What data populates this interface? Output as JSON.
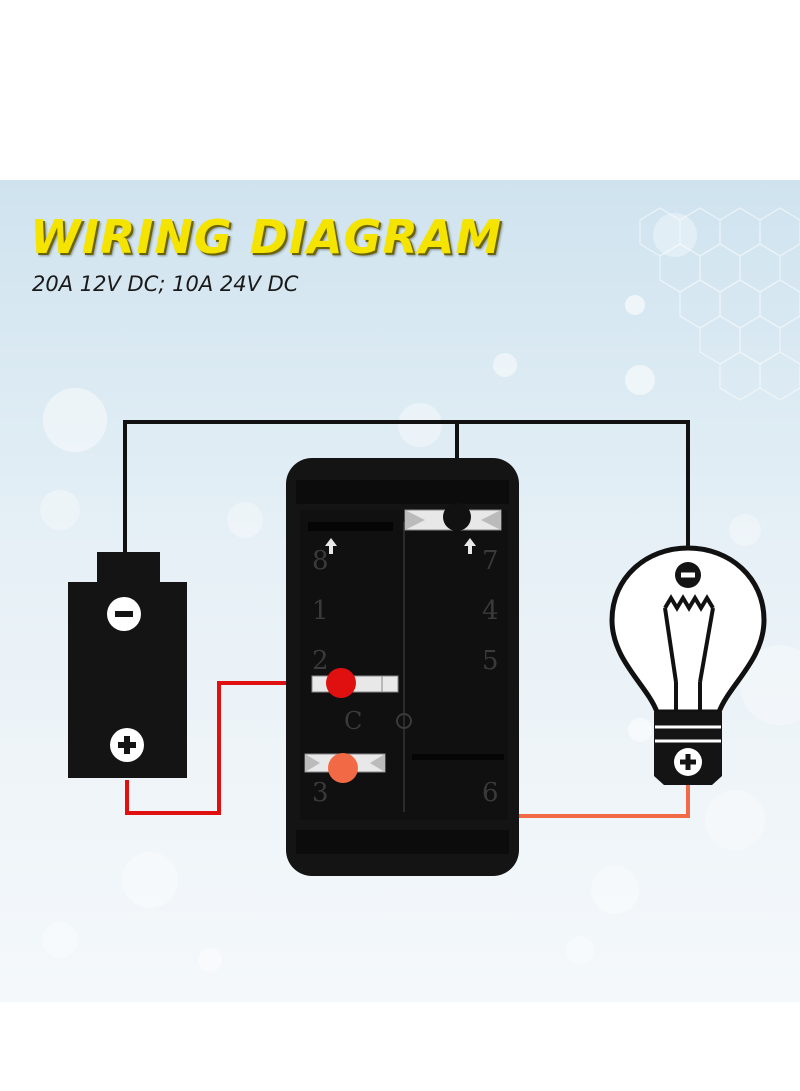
{
  "header": {
    "title": "WIRING DIAGRAM",
    "subtitle": "20A 12V DC; 10A 24V DC"
  },
  "switch": {
    "pins": {
      "p8": "8",
      "p7": "7",
      "p1": "1",
      "p4": "4",
      "p2": "2",
      "p5": "5",
      "common": "C",
      "p3": "3",
      "p6": "6"
    }
  },
  "colors": {
    "title_yellow": "#f5e400",
    "wire_black": "#111111",
    "wire_red": "#e01010",
    "wire_orange": "#f26a45",
    "switch_body": "#141414"
  },
  "icons": {
    "battery": "battery-icon",
    "bulb": "light-bulb-icon",
    "minus": "minus-icon",
    "plus": "plus-icon"
  }
}
